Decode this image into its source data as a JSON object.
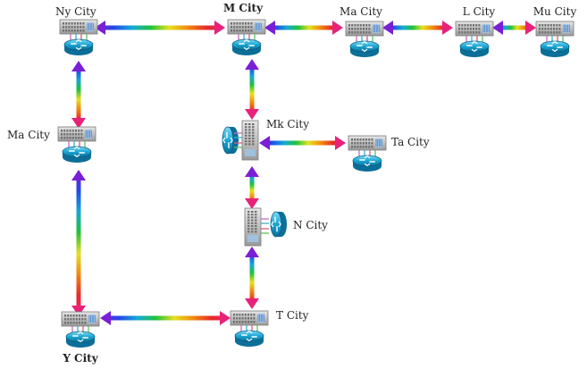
{
  "nodes": {
    "ny": {
      "label": "Ny City"
    },
    "m": {
      "label": "M City",
      "bold": true
    },
    "ma1": {
      "label": "Ma City"
    },
    "l": {
      "label": "L City"
    },
    "mu": {
      "label": "Mu City"
    },
    "ma2": {
      "label": "Ma City"
    },
    "mk": {
      "label": "Mk City"
    },
    "ta": {
      "label": "Ta City"
    },
    "n": {
      "label": "N City"
    },
    "t": {
      "label": "T City"
    },
    "y": {
      "label": "Y City",
      "bold": true
    }
  },
  "links": [
    {
      "from": "ny",
      "to": "m"
    },
    {
      "from": "m",
      "to": "ma1"
    },
    {
      "from": "ma1",
      "to": "l"
    },
    {
      "from": "l",
      "to": "mu"
    },
    {
      "from": "ny",
      "to": "ma2"
    },
    {
      "from": "m",
      "to": "mk"
    },
    {
      "from": "mk",
      "to": "ta"
    },
    {
      "from": "mk",
      "to": "n"
    },
    {
      "from": "n",
      "to": "t"
    },
    {
      "from": "ma2",
      "to": "y"
    },
    {
      "from": "y",
      "to": "t"
    }
  ],
  "colors": {
    "rainbow": [
      "#7a1fd6",
      "#2447e6",
      "#15a9d6",
      "#22c23a",
      "#e8e020",
      "#f08a10",
      "#e82a2a",
      "#e8227a"
    ],
    "router": "#1aa6d4",
    "switch": "#b8b8b8"
  }
}
